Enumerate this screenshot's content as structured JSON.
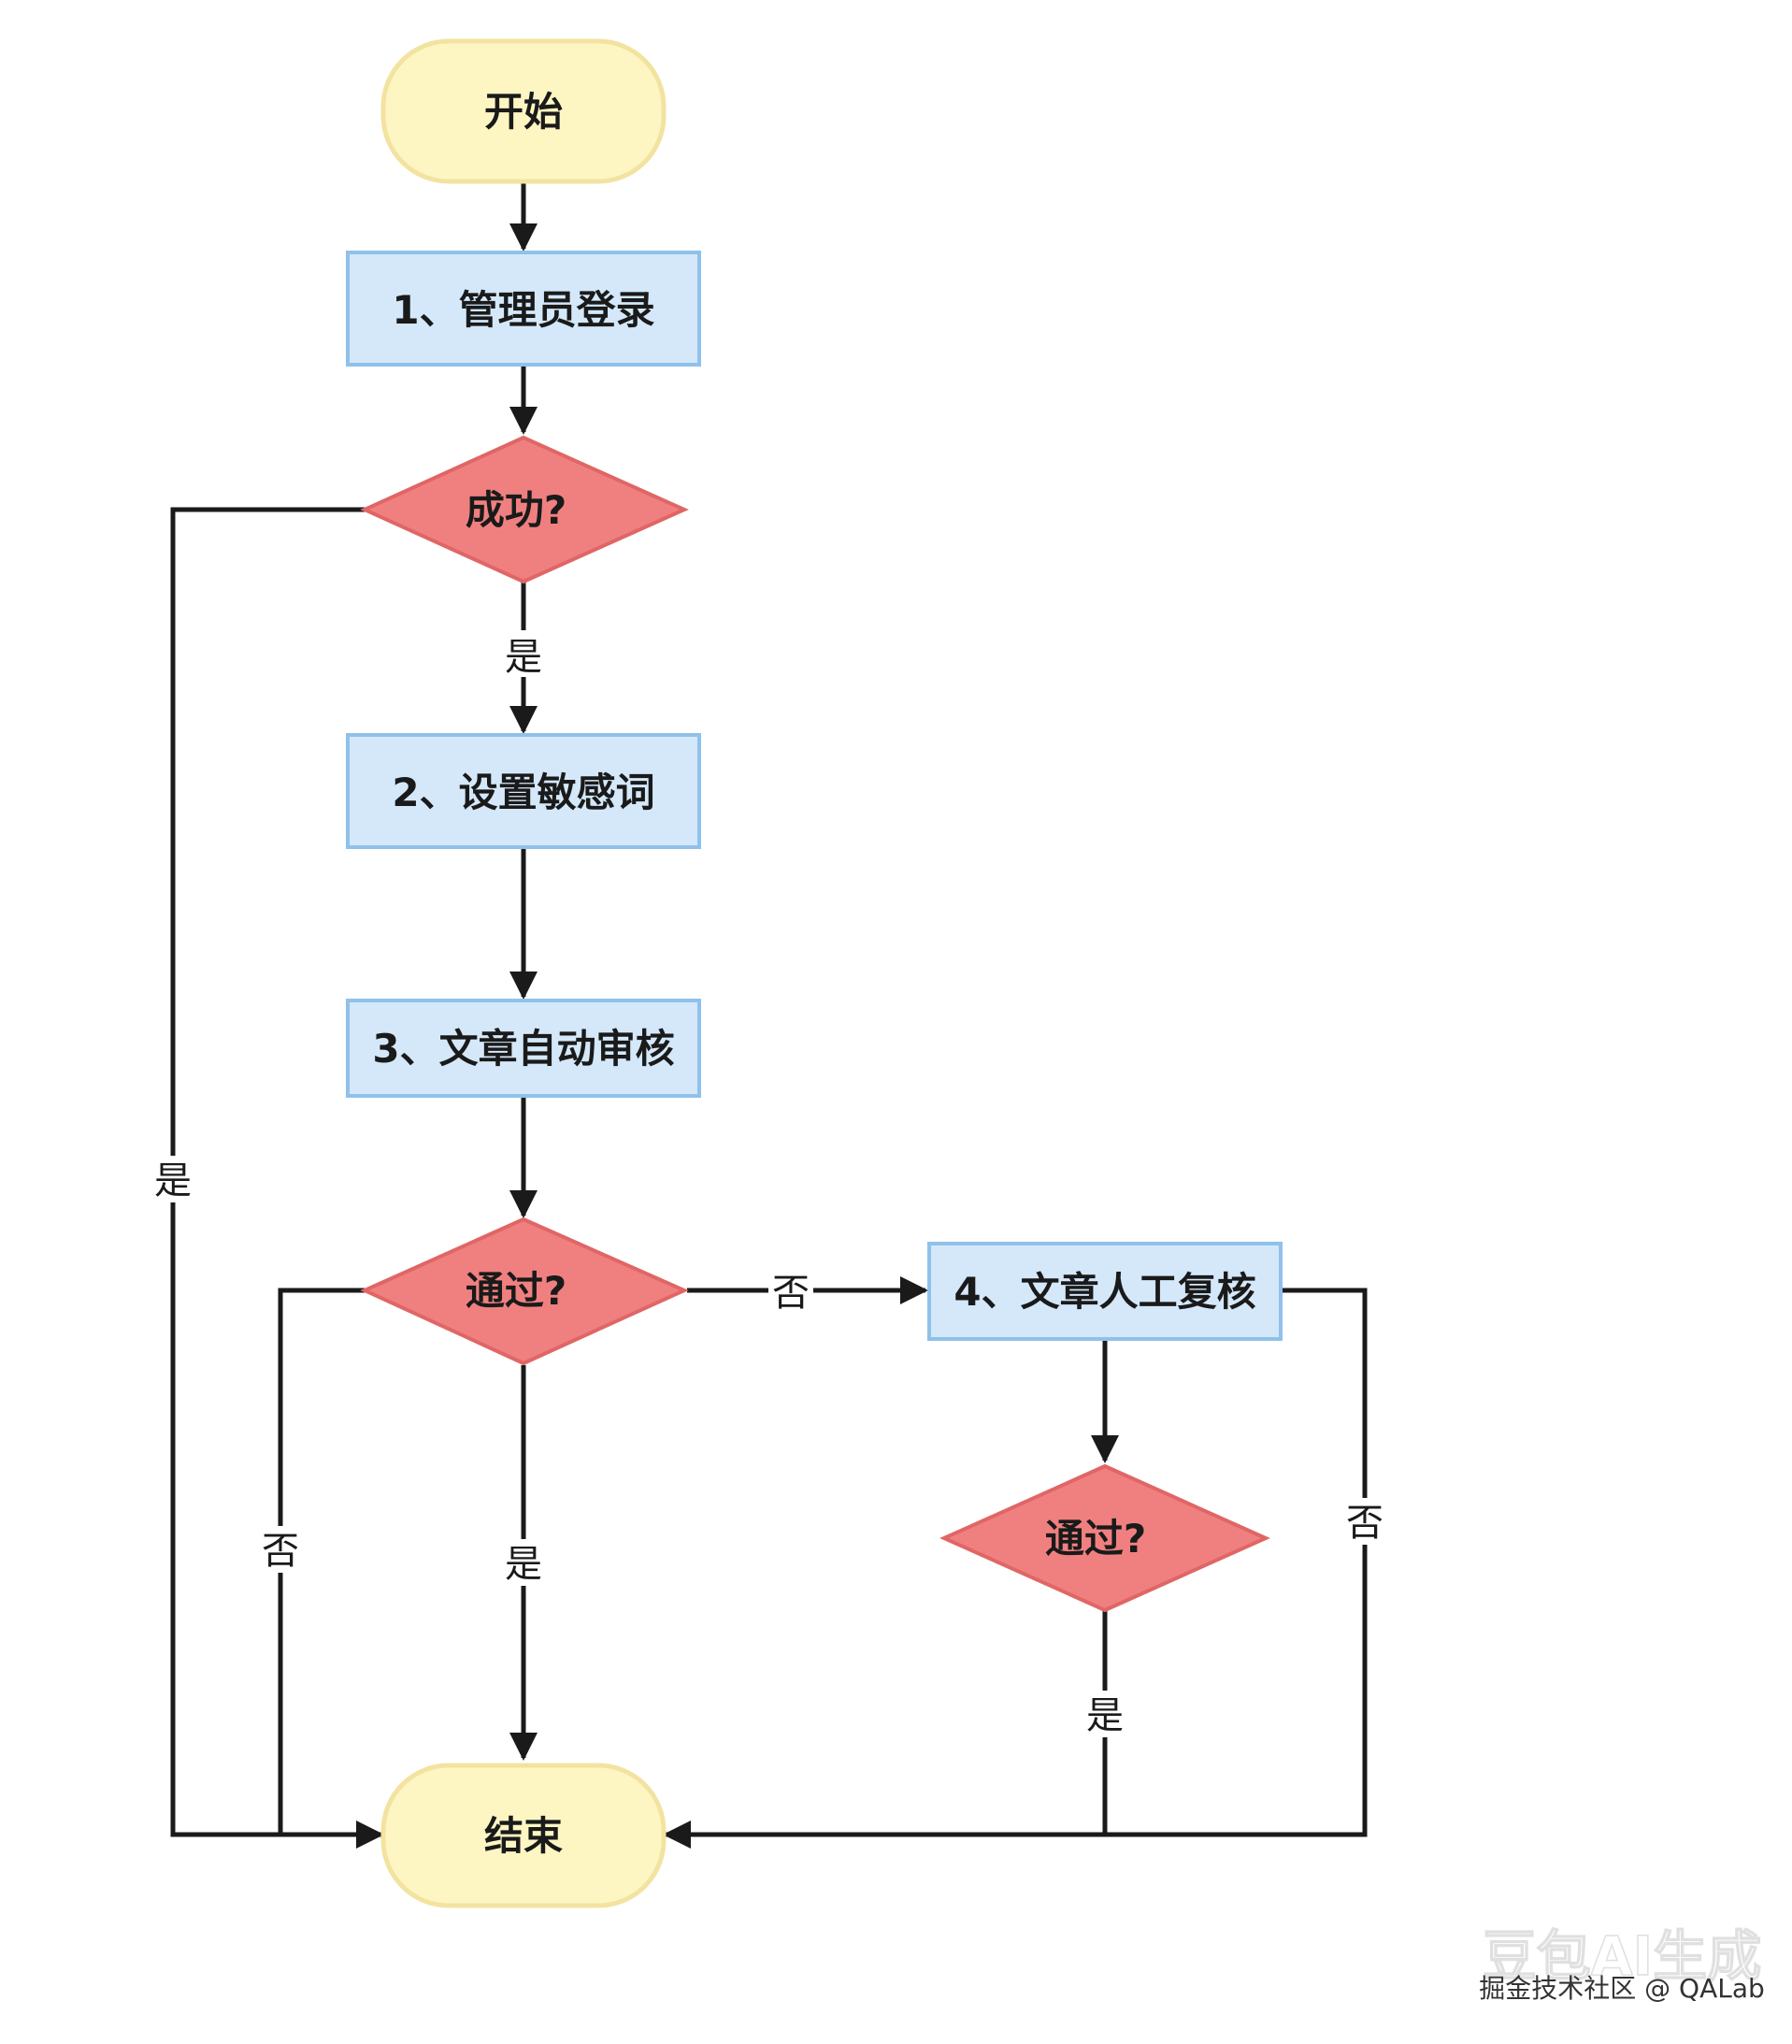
{
  "nodes": {
    "start": "开始",
    "step1": "1、管理员登录",
    "decision1": "成功?",
    "step2": "2、设置敏感词",
    "step3": "3、文章自动审核",
    "decision2": "通过?",
    "step4": "4、文章人工复核",
    "decision3": "通过?",
    "end": "结束"
  },
  "edge_labels": {
    "d1_yes_down": "是",
    "d1_yes_left": "是",
    "d2_no_right": "否",
    "d2_no_left": "否",
    "d2_yes_down": "是",
    "d3_yes_down": "是",
    "s4_no_right": "否"
  },
  "watermark": {
    "brand": "豆包AI生成",
    "credit": "掘金技术社区 @ QALab"
  },
  "colors": {
    "terminal_fill": "#fdf6c3",
    "terminal_stroke": "#f3e3a0",
    "process_fill": "#d4e8fa",
    "process_stroke": "#8fc1ea",
    "decision_fill": "#f08080",
    "decision_stroke": "#e06666",
    "line": "#1a1a1a"
  }
}
